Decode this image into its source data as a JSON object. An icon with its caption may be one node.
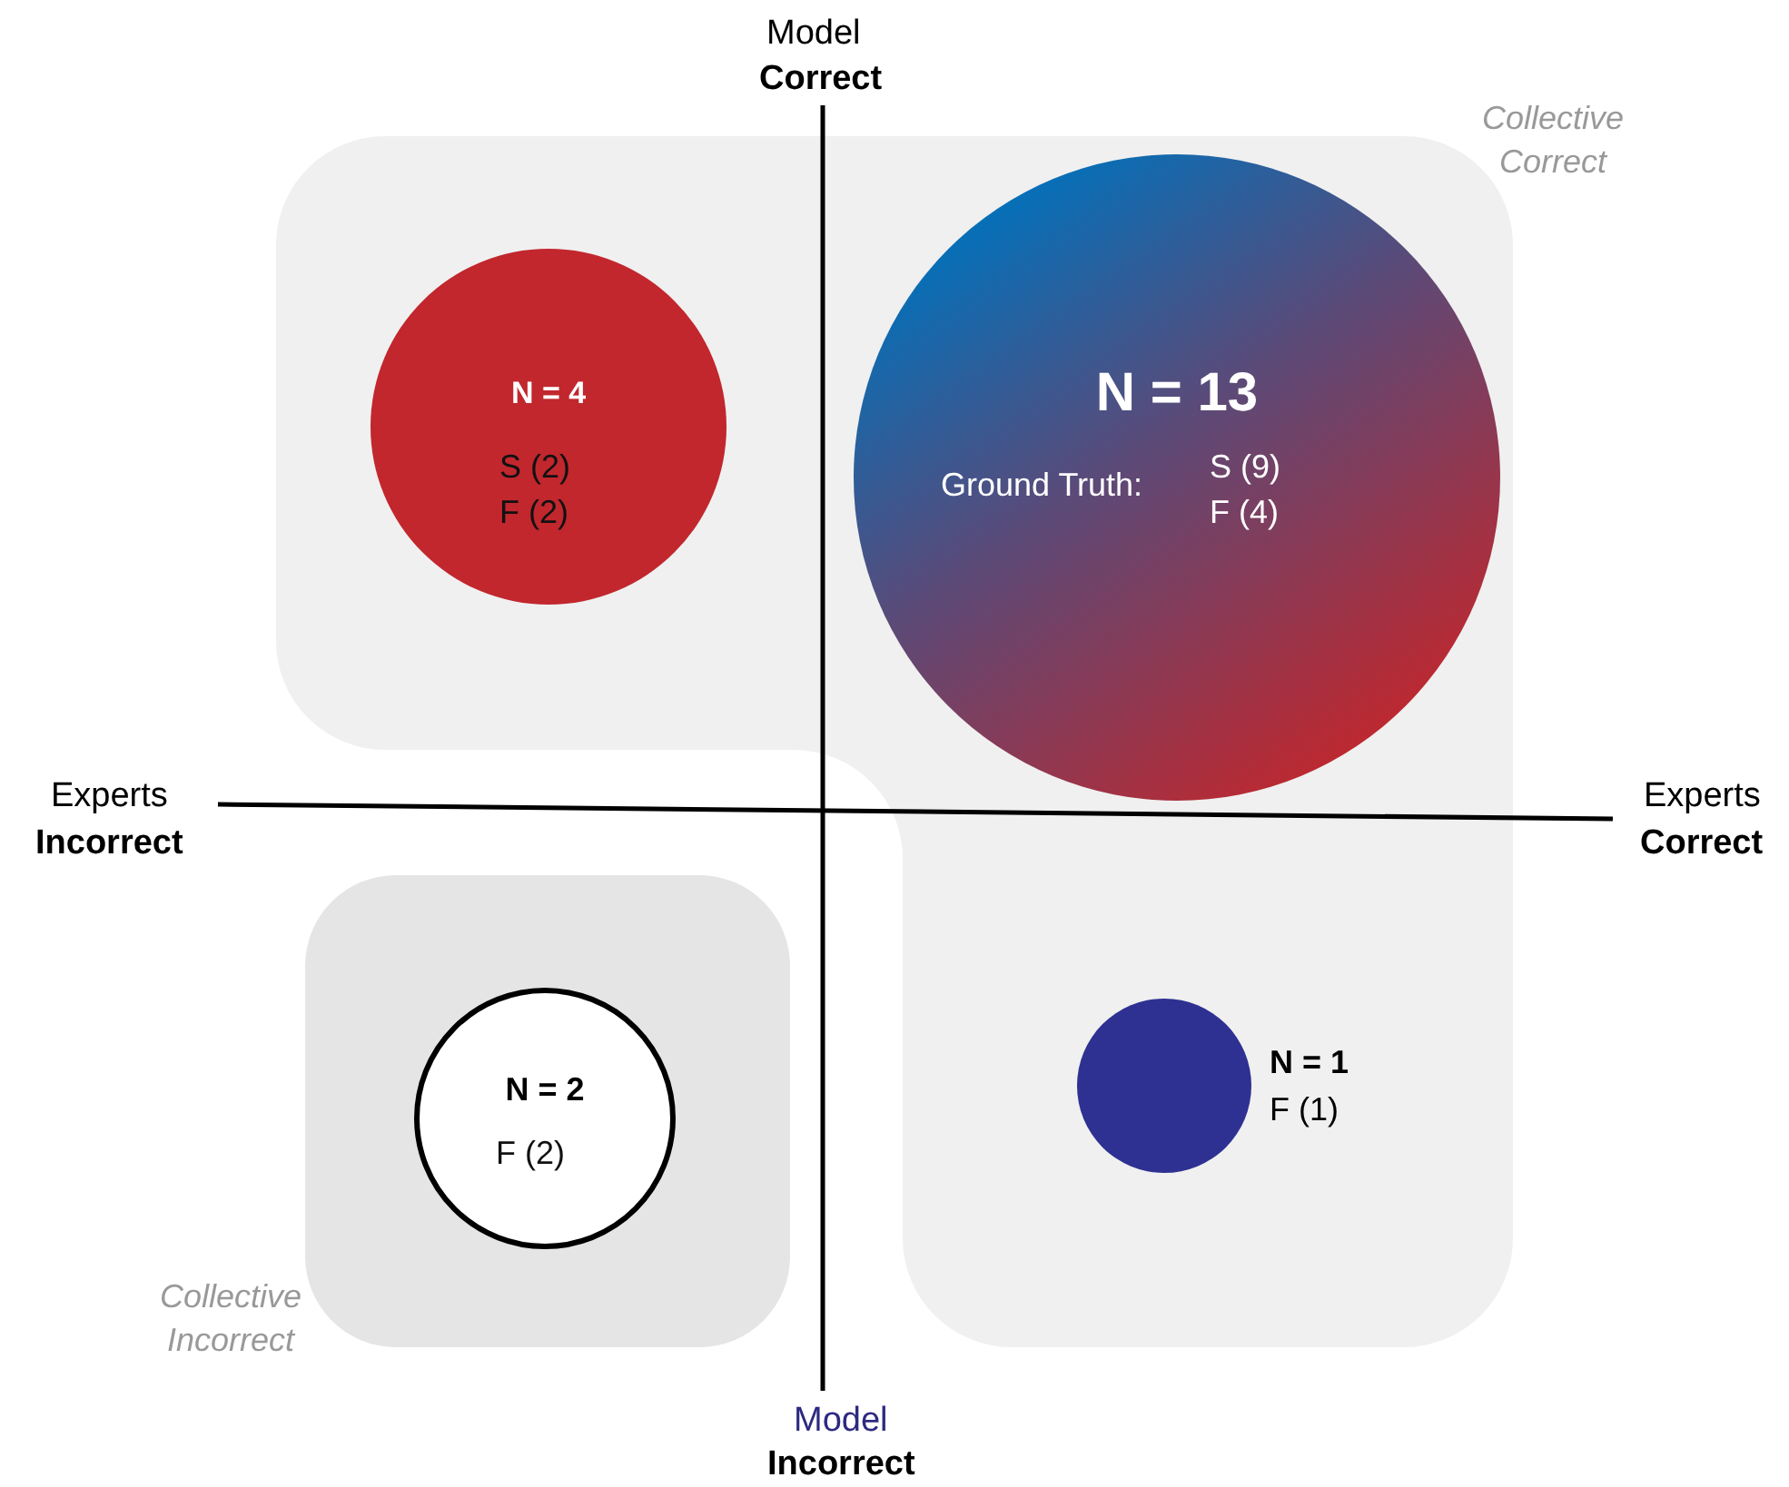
{
  "diagram": {
    "nodes": [
      {
        "text": [
          "Collective Correct"
        ]
      },
      {
        "text": [
          "N = 4",
          "S (2) F (2)"
        ],
        "in": 0
      },
      {
        "text": [
          "N = 13",
          "Ground Truth:",
          "S (9) F (4)"
        ],
        "in": 0
      },
      {
        "text": [
          "Collective Incorrect"
        ]
      },
      {
        "text": [
          "N = 2",
          "F (2)"
        ],
        "in": 3
      },
      {
        "text": [],
        "shape": "circle",
        "beside": [
          "N = 1",
          "F (1)"
        ],
        "in": 0
      }
    ],
    "edges": [],
    "labels": [
      "Model",
      "Correct",
      "Experts",
      "Incorrect",
      "Experts",
      "Correct",
      "Model",
      "Incorrect"
    ]
  }
}
